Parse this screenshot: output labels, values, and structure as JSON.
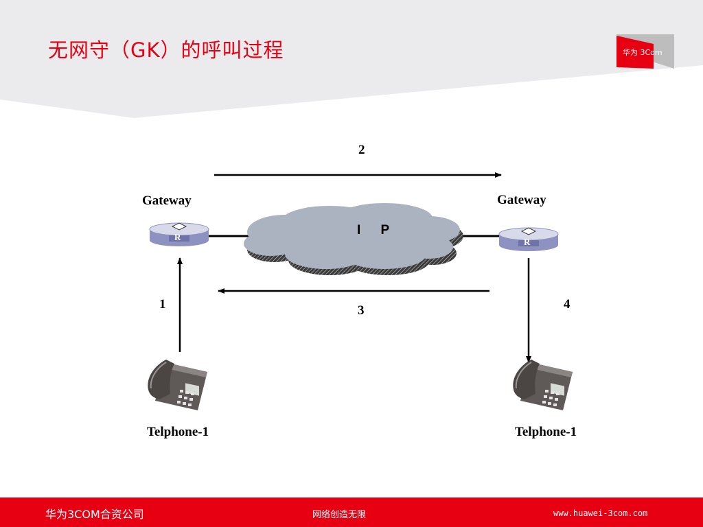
{
  "slide": {
    "title": "无网守（GK）的呼叫过程",
    "logo_text": "华为 3Com"
  },
  "diagram": {
    "cloud_label": "I P",
    "gateway_left": "Gateway",
    "gateway_right": "Gateway",
    "router_glyph": "R",
    "phone_left": "Telphone-1",
    "phone_right": "Telphone-1",
    "steps": [
      "1",
      "2",
      "3",
      "4"
    ]
  },
  "footer": {
    "company": "华为3COM合资公司",
    "slogan": "网络创造无限",
    "url": "www.huawei-3com.com"
  },
  "colors": {
    "brand_red": "#e60012",
    "header_gray": "#ebebee",
    "cloud_fill": "#aab3bf",
    "router_fill": "#9da0c8"
  }
}
